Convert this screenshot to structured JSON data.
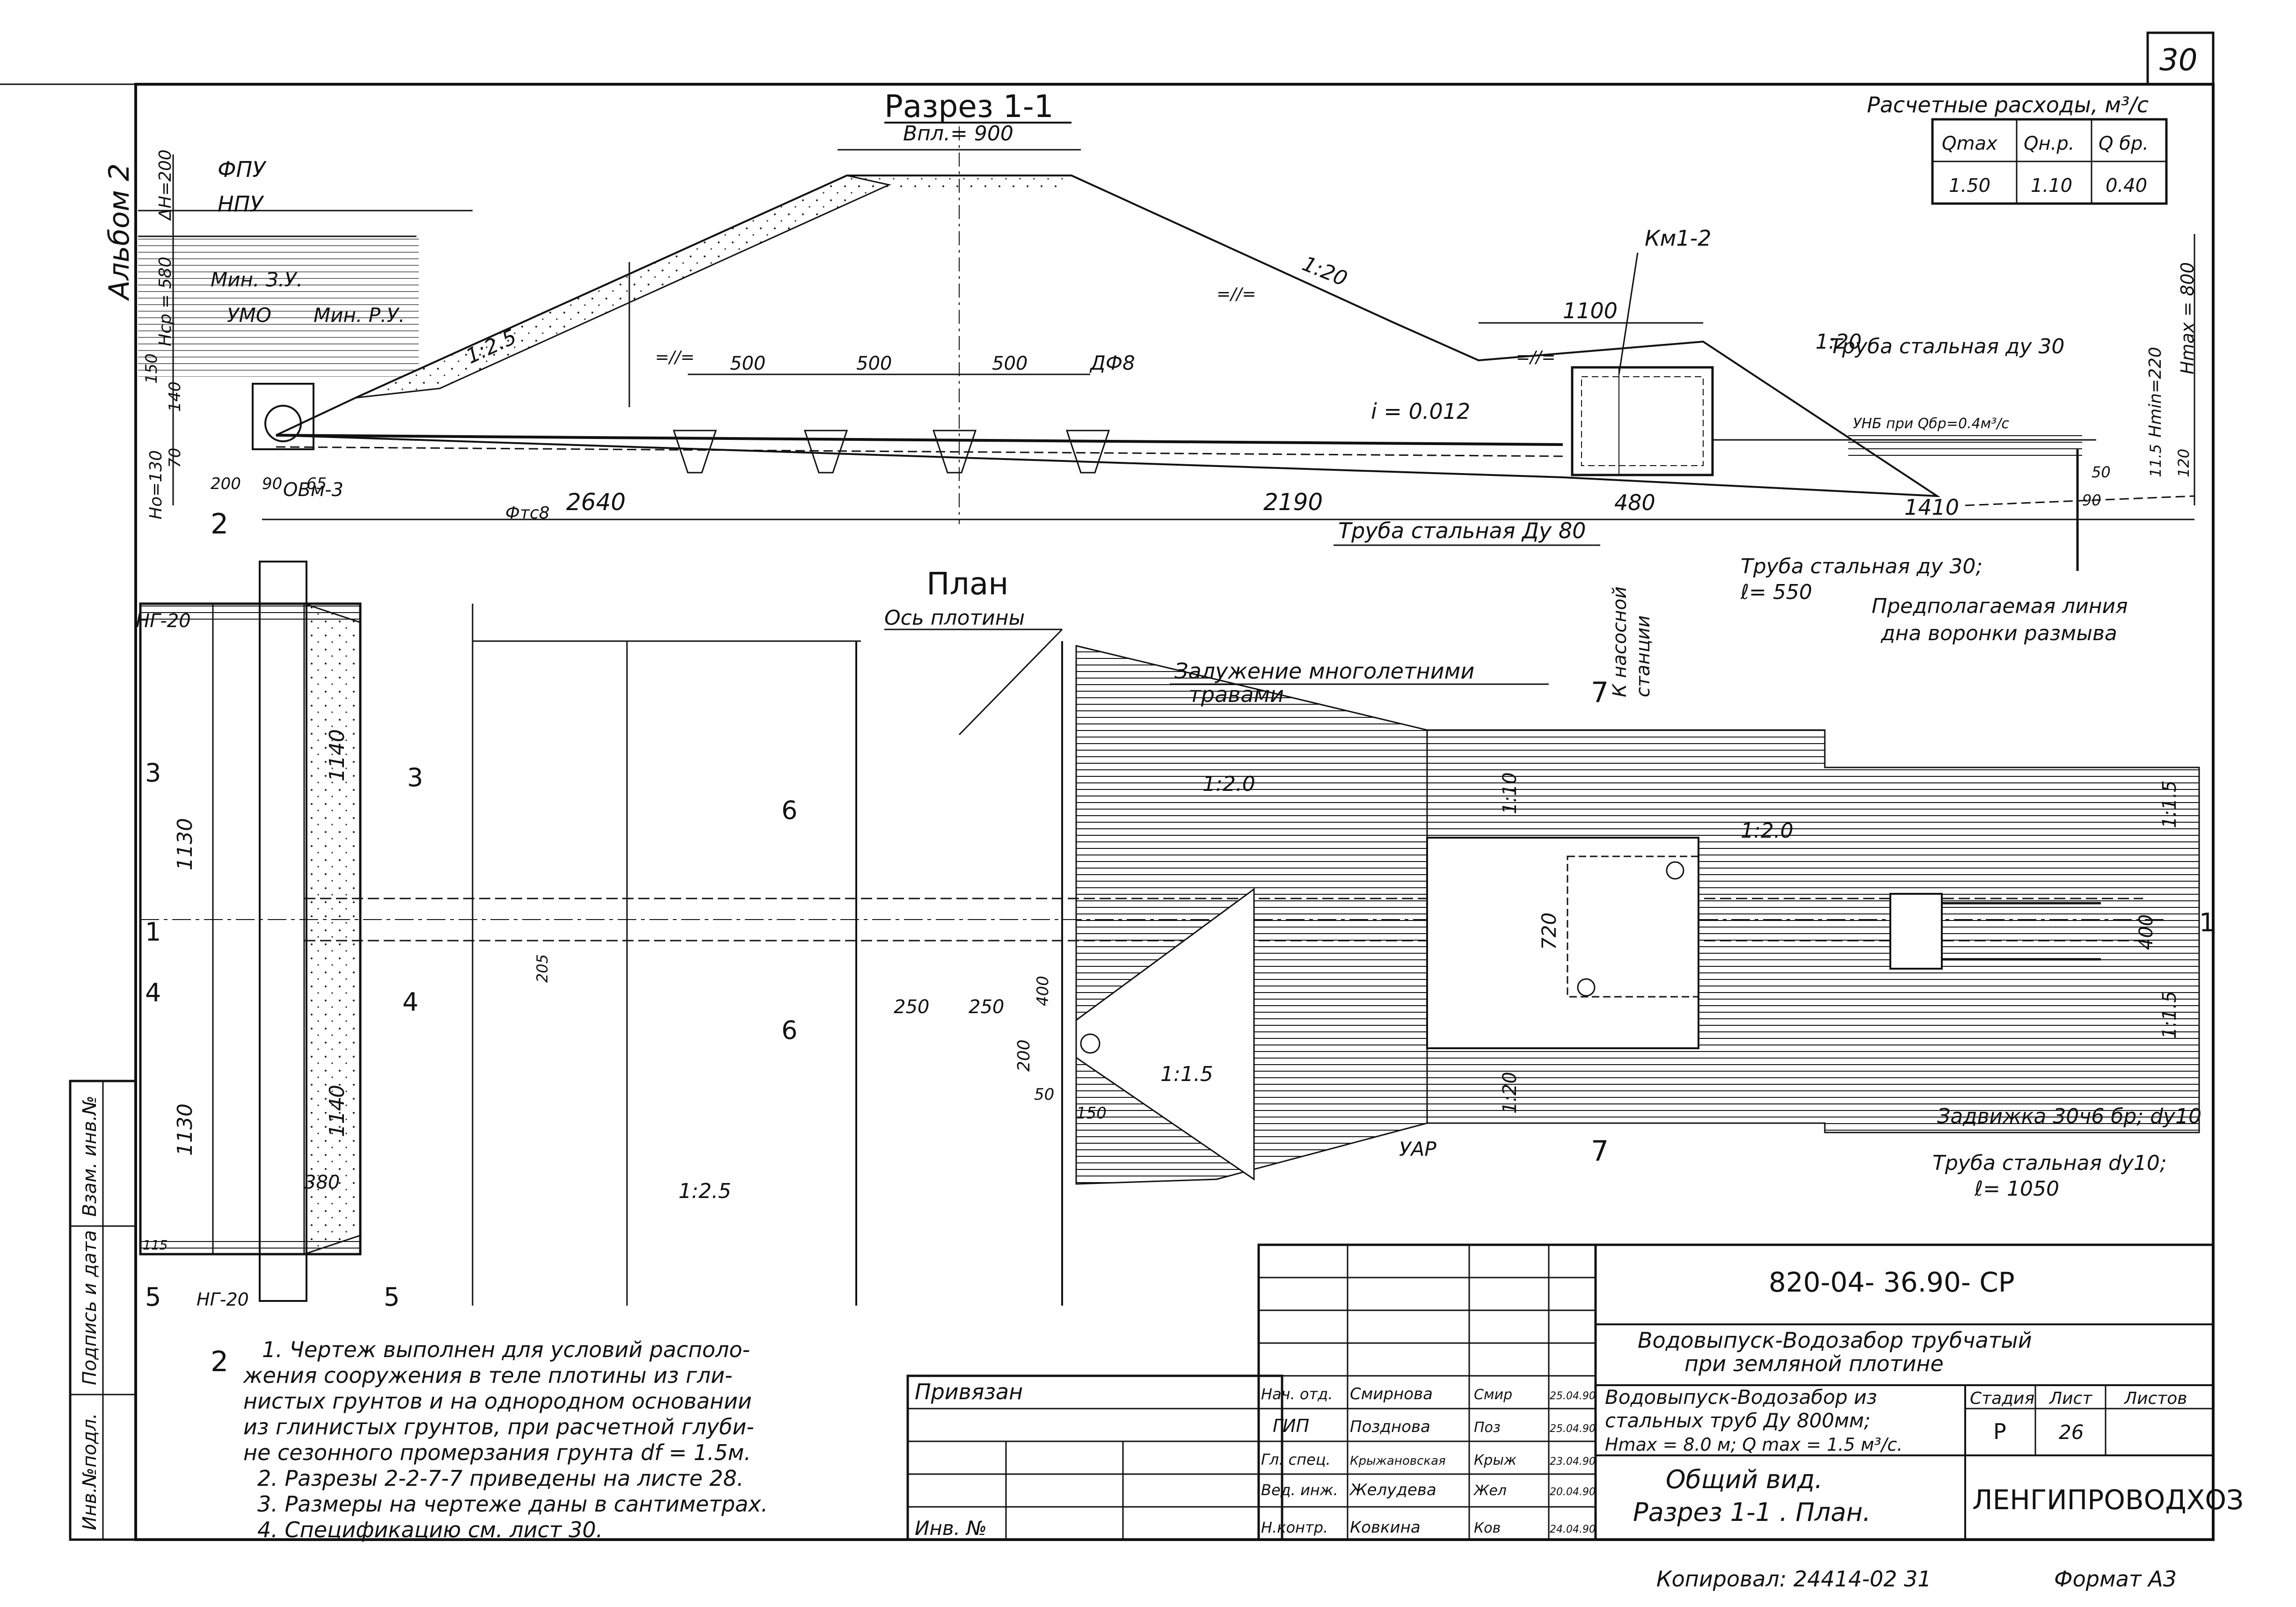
{
  "sheet_number": "30",
  "album": "Альбом 2",
  "section_title": "Разрез 1-1",
  "plan_title": "План",
  "crest": {
    "width_label": "Bпл.= 900",
    "slope_up": "1:2.5",
    "slope_down": "1:20"
  },
  "levels": [
    "ФПУ",
    "НПУ",
    "Мин. З.У.",
    "УМО",
    "Мин. Р.У."
  ],
  "left_dims": [
    "ΔH=200",
    "Hср = 580",
    "150",
    "140",
    "70",
    "Hо=130"
  ],
  "right_dims": [
    "Hmax = 800",
    "Hmin=220",
    "11.5",
    "120",
    "50"
  ],
  "section_labels": [
    "ОВм-3",
    "Фтс8",
    "ДФ8",
    "i = 0.012",
    "Км1-2",
    "УНБ при Qбр=0.4м³/с",
    "=//="
  ],
  "section_dims": [
    "500",
    "500",
    "500",
    "200",
    "90",
    "65",
    "2640",
    "2190",
    "1100",
    "480",
    "1410",
    "90"
  ],
  "pipe_labels": [
    "Труба стальная Ду 80",
    "Труба стальная ду 30",
    "Труба стальная ду 30;",
    "ℓ= 550"
  ],
  "scour_note": [
    "Предполагаемая линия",
    "дна воронки размыва"
  ],
  "flow_table": {
    "title": "Расчетные расходы, м³/с",
    "headers": [
      "Qmax",
      "Qн.р.",
      "Q бр."
    ],
    "values": [
      "1.50",
      "1.10",
      "0.40"
    ]
  },
  "plan": {
    "axis_label": "Ось плотины",
    "grass_note": [
      "Залужение многолетними",
      "травами"
    ],
    "pump_note": [
      "К насосной",
      "станции"
    ],
    "slopes": [
      "1:2.0",
      "1:10",
      "1:2.0",
      "1:1.5",
      "1:1.5",
      "1:20",
      "1:1.5",
      "1:2.5"
    ],
    "dims": [
      "1130",
      "1140",
      "1130",
      "1140",
      "380",
      "205",
      "250",
      "250",
      "400",
      "200",
      "50",
      "150",
      "720",
      "400",
      "115"
    ],
    "labels": [
      "НГ-20",
      "НГ-20",
      "УАР"
    ],
    "sections": [
      "2",
      "2",
      "3",
      "3",
      "1",
      "1",
      "4",
      "4",
      "5",
      "5",
      "6",
      "6",
      "7",
      "7"
    ],
    "valve_label": "Задвижка 30ч6 бр; dу10",
    "pipe10": [
      "Труба стальная dу10;",
      "ℓ= 1050"
    ]
  },
  "notes": [
    "1. Чертеж выполнен для условий располо-",
    "жения сооружения в теле плотины из гли-",
    "нистых грунтов и на однородном основании",
    "из глинистых грунтов, при расчетной глуби-",
    "не сезонного промерзания грунта df = 1.5м.",
    "2. Разрезы 2-2-7-7 приведены на листе 28.",
    "3. Размеры на чертеже даны в сантиметрах.",
    "4. Спецификацию см. лист 30."
  ],
  "side_stamp": [
    "Инв.№подл.",
    "Подпись и дата",
    "Взам. инв.№"
  ],
  "title_block": {
    "code": "820-04- 36.90- СР",
    "object": [
      "Водовыпуск-Водозабор трубчатый",
      "при земляной плотине"
    ],
    "sheet_name": [
      "Водовыпуск-Водозабор из",
      "стальных труб Ду 800мм;",
      "Hmax = 8.0 м; Q max = 1.5 м³/с."
    ],
    "view_name": [
      "Общий вид.",
      "Разрез 1-1 . План."
    ],
    "stage_header": "Стадия",
    "sheet_header": "Лист",
    "sheets_header": "Листов",
    "stage": "Р",
    "sheet": "26",
    "org": "ЛЕНГИПРОВОДХОЗ",
    "privyazan": "Привязан",
    "inv": "Инв. №",
    "roles": [
      "Нач. отд.",
      "ГИП",
      "Гл. спец.",
      "Вед. инж.",
      "Н.контр."
    ],
    "names": [
      "Смирнова",
      "Позднова",
      "Крыжановская",
      "Желудева",
      "Ковкина"
    ],
    "dates": [
      "25.04.90",
      "25.04.90",
      "23.04.90",
      "20.04.90",
      "24.04.90"
    ],
    "signatures": [
      "Смир",
      "Поз",
      "Крыж",
      "Жел",
      "Ков"
    ]
  },
  "copied": "Копировал: 24414-02 31",
  "format": "Формат А3"
}
